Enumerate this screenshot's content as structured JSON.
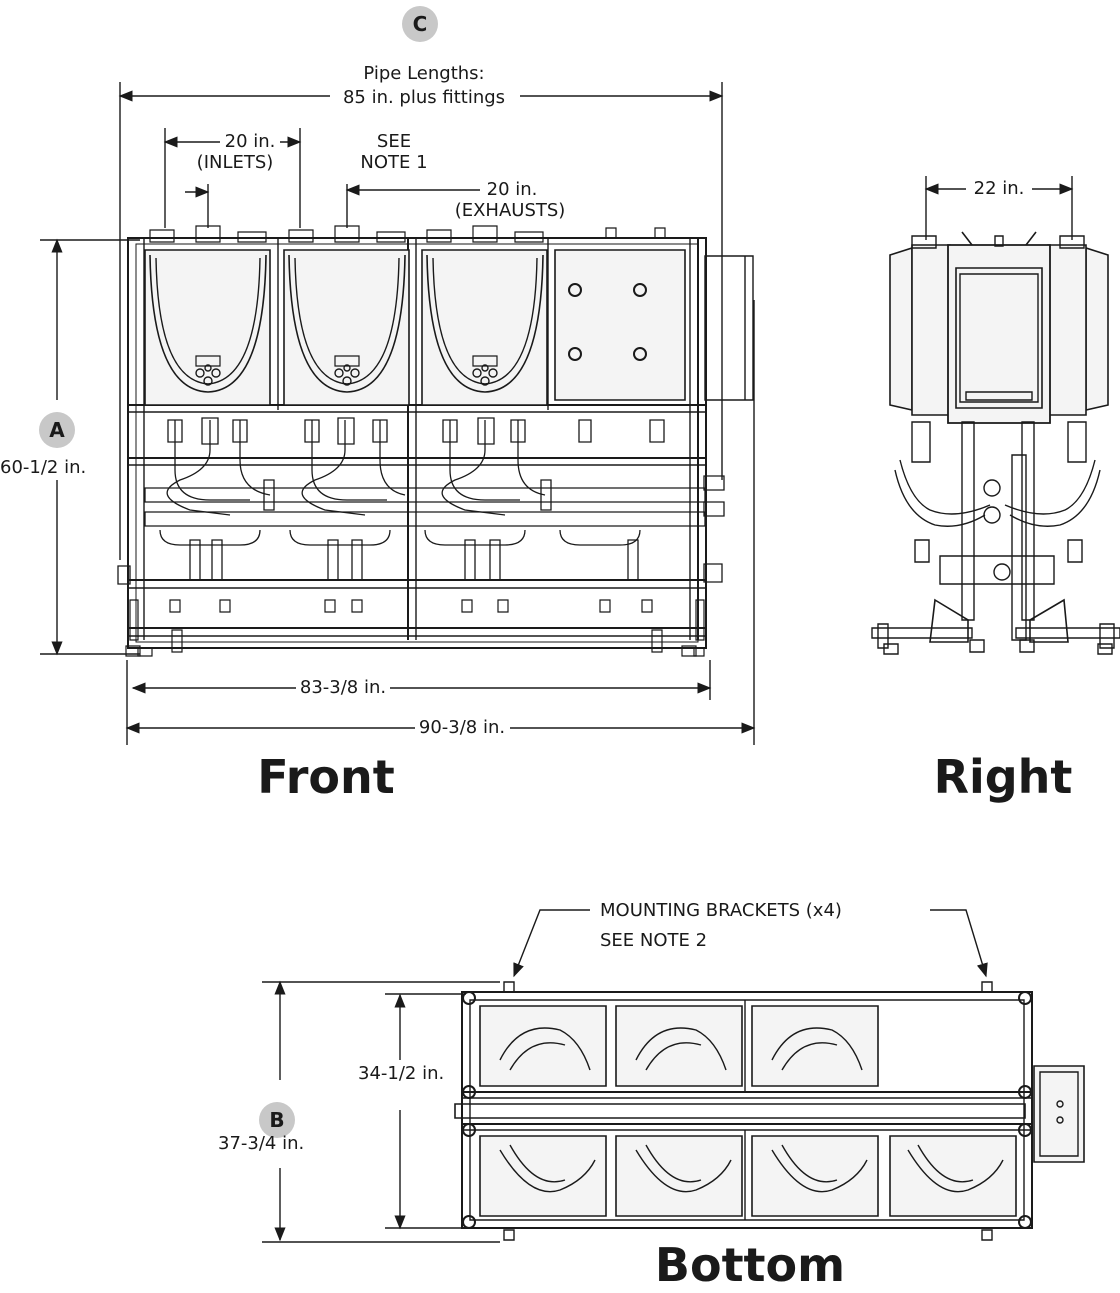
{
  "views": {
    "front": "Front",
    "right": "Right",
    "bottom": "Bottom"
  },
  "badges": {
    "a": "A",
    "b": "B",
    "c": "C"
  },
  "dimensions": {
    "pipe_lengths_line1": "Pipe Lengths:",
    "pipe_lengths_line2": "85 in. plus fittings",
    "inlets_value": "20 in.",
    "inlets_label": "(INLETS)",
    "see_note1_line1": "SEE",
    "see_note1_line2": "NOTE 1",
    "exhausts_value": "20 in.",
    "exhausts_label": "(EXHAUSTS)",
    "height_a": "60-1/2 in.",
    "width_inner": "83-3/8 in.",
    "width_outer": "90-3/8 in.",
    "right_spacing": "22 in.",
    "bottom_inner": "34-1/2 in.",
    "bottom_outer": "37-3/4 in."
  },
  "callouts": {
    "mounting_line1": "MOUNTING BRACKETS (x4)",
    "mounting_line2": "SEE NOTE 2"
  },
  "colors": {
    "line": "#1a1a1a",
    "badge_fill": "#c8c8c8",
    "panel_fill": "#f4f4f4"
  }
}
